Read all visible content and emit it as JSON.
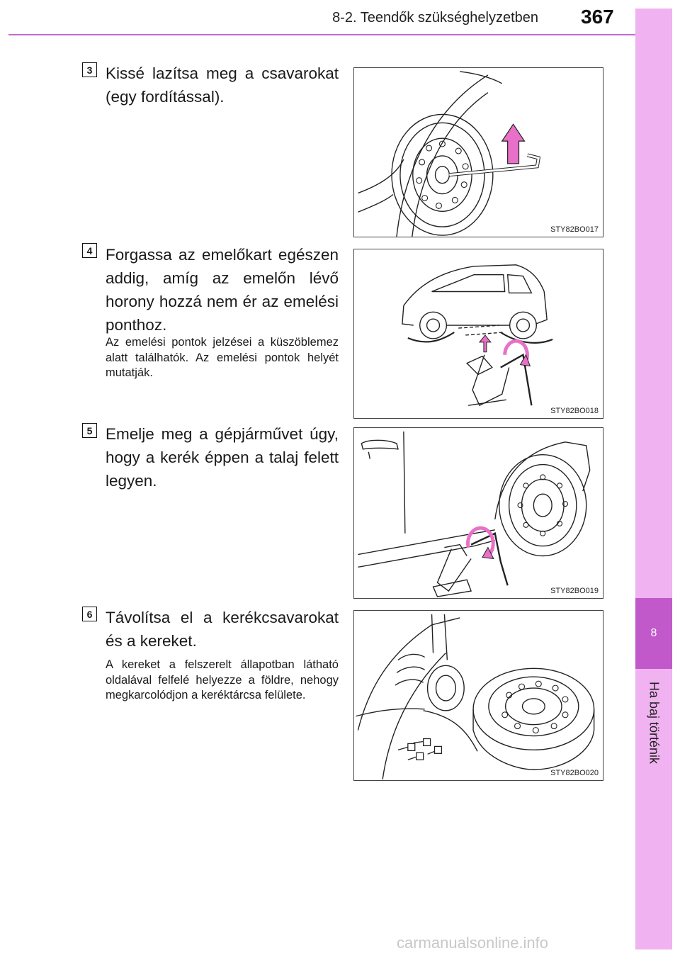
{
  "header": {
    "section": "8-2. Teendők szükséghelyzetben",
    "page_number": "367"
  },
  "side_tab": {
    "chapter": "8",
    "label": "Ha baj történik"
  },
  "steps": [
    {
      "number": "3",
      "text": "Kissé lazítsa meg a csavarokat (egy fordítással).",
      "note": "",
      "figure_code": "STY82BO017"
    },
    {
      "number": "4",
      "text": "Forgassa az emelőkart egészen addig, amíg az emelőn lévő horony hozzá nem ér az emelési ponthoz.",
      "note": "Az emelési pontok jelzései a küszöblemez alatt találhatók. Az emelési pontok helyét mutatják.",
      "figure_code": "STY82BO018"
    },
    {
      "number": "5",
      "text": "Emelje meg a gépjárművet úgy, hogy a kerék éppen a talaj felett legyen.",
      "note": "",
      "figure_code": "STY82BO019"
    },
    {
      "number": "6",
      "text": "Távolítsa el a kerékcsavarokat és a kereket.",
      "note": "A kereket a felszerelt állapotban látható oldalával felfelé helyezze a földre, nehogy megkarcolódjon a keréktárcsa felülete.",
      "figure_code": "STY82BO020"
    }
  ],
  "watermark": "carmanualsonline.info",
  "colors": {
    "tab_light": "#f0b2f0",
    "tab_dark": "#c159cb",
    "rule": "#c46bd0",
    "arrow_pink": "#e870c8"
  }
}
